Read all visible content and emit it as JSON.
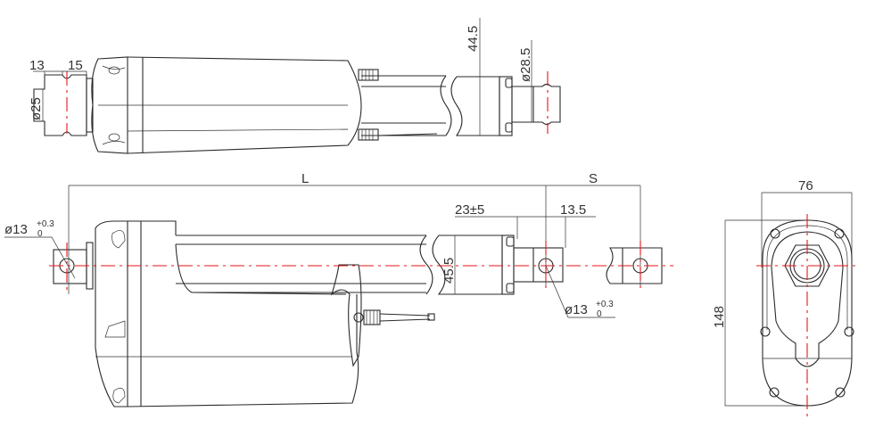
{
  "top_view": {
    "dim_13": "13",
    "dim_15": "15",
    "dim_dia25": "ø25",
    "dim_44_5": "44.5",
    "dim_dia28_5": "ø28.5"
  },
  "side_view": {
    "dim_L": "L",
    "dim_S": "S",
    "dim_23pm5": "23±5",
    "dim_13_5": "13.5",
    "dim_45_5": "45.5",
    "hole_left": {
      "dia": "ø13",
      "tol_upper": "+0.3",
      "tol_lower": "0"
    },
    "hole_right": {
      "dia": "ø13",
      "tol_upper": "+0.3",
      "tol_lower": "0"
    }
  },
  "end_view": {
    "dim_76": "76",
    "dim_148": "148"
  },
  "colors": {
    "line": "#2a2a2a",
    "centerline": "#e8141b"
  }
}
